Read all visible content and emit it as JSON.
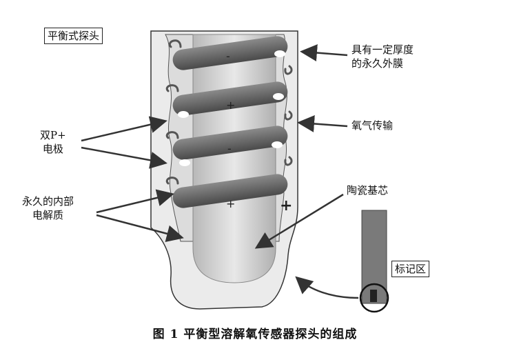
{
  "title_box": "平衡式探头",
  "labels": {
    "membrane": "具有一定厚度\n的永久外膜",
    "oxygen": "氧气传输",
    "electrode": "双P+\n电极",
    "electrolyte": "永久的内部\n电解质",
    "ceramic": "陶瓷基芯",
    "marker": "标记区"
  },
  "signs": {
    "coil1": "-",
    "coil2": "+",
    "coil3": "-",
    "coil4": "+",
    "side_plus": "+"
  },
  "caption": "图 1   平衡型溶解氧传感器探头的组成",
  "colors": {
    "coil": "#6b6b6b",
    "core": "#cfcfcf",
    "body": "#e6e6e6",
    "outline": "#333333"
  }
}
